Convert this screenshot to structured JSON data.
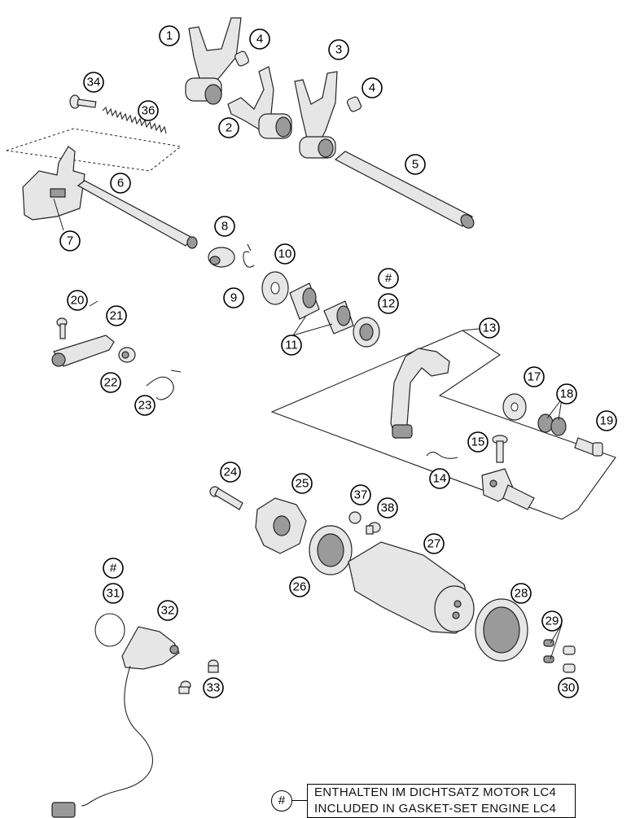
{
  "callouts": [
    {
      "label": "1"
    },
    {
      "label": "2"
    },
    {
      "label": "3"
    },
    {
      "label": "4"
    },
    {
      "label": "4"
    },
    {
      "label": "5"
    },
    {
      "label": "6"
    },
    {
      "label": "7"
    },
    {
      "label": "8"
    },
    {
      "label": "9"
    },
    {
      "label": "10"
    },
    {
      "label": "11"
    },
    {
      "label": "#"
    },
    {
      "label": "12"
    },
    {
      "label": "13"
    },
    {
      "label": "14"
    },
    {
      "label": "15"
    },
    {
      "label": "17"
    },
    {
      "label": "18"
    },
    {
      "label": "19"
    },
    {
      "label": "20"
    },
    {
      "label": "21"
    },
    {
      "label": "22"
    },
    {
      "label": "23"
    },
    {
      "label": "24"
    },
    {
      "label": "25"
    },
    {
      "label": "26"
    },
    {
      "label": "27"
    },
    {
      "label": "28"
    },
    {
      "label": "29"
    },
    {
      "label": "30"
    },
    {
      "label": "#"
    },
    {
      "label": "31"
    },
    {
      "label": "32"
    },
    {
      "label": "33"
    },
    {
      "label": "34"
    },
    {
      "label": "36"
    },
    {
      "label": "37"
    },
    {
      "label": "38"
    }
  ],
  "legend": {
    "symbol": "#",
    "line1": "ENTHALTEN IM DICHTSATZ MOTOR LC4",
    "line2": "INCLUDED IN GASKET-SET ENGINE LC4"
  }
}
